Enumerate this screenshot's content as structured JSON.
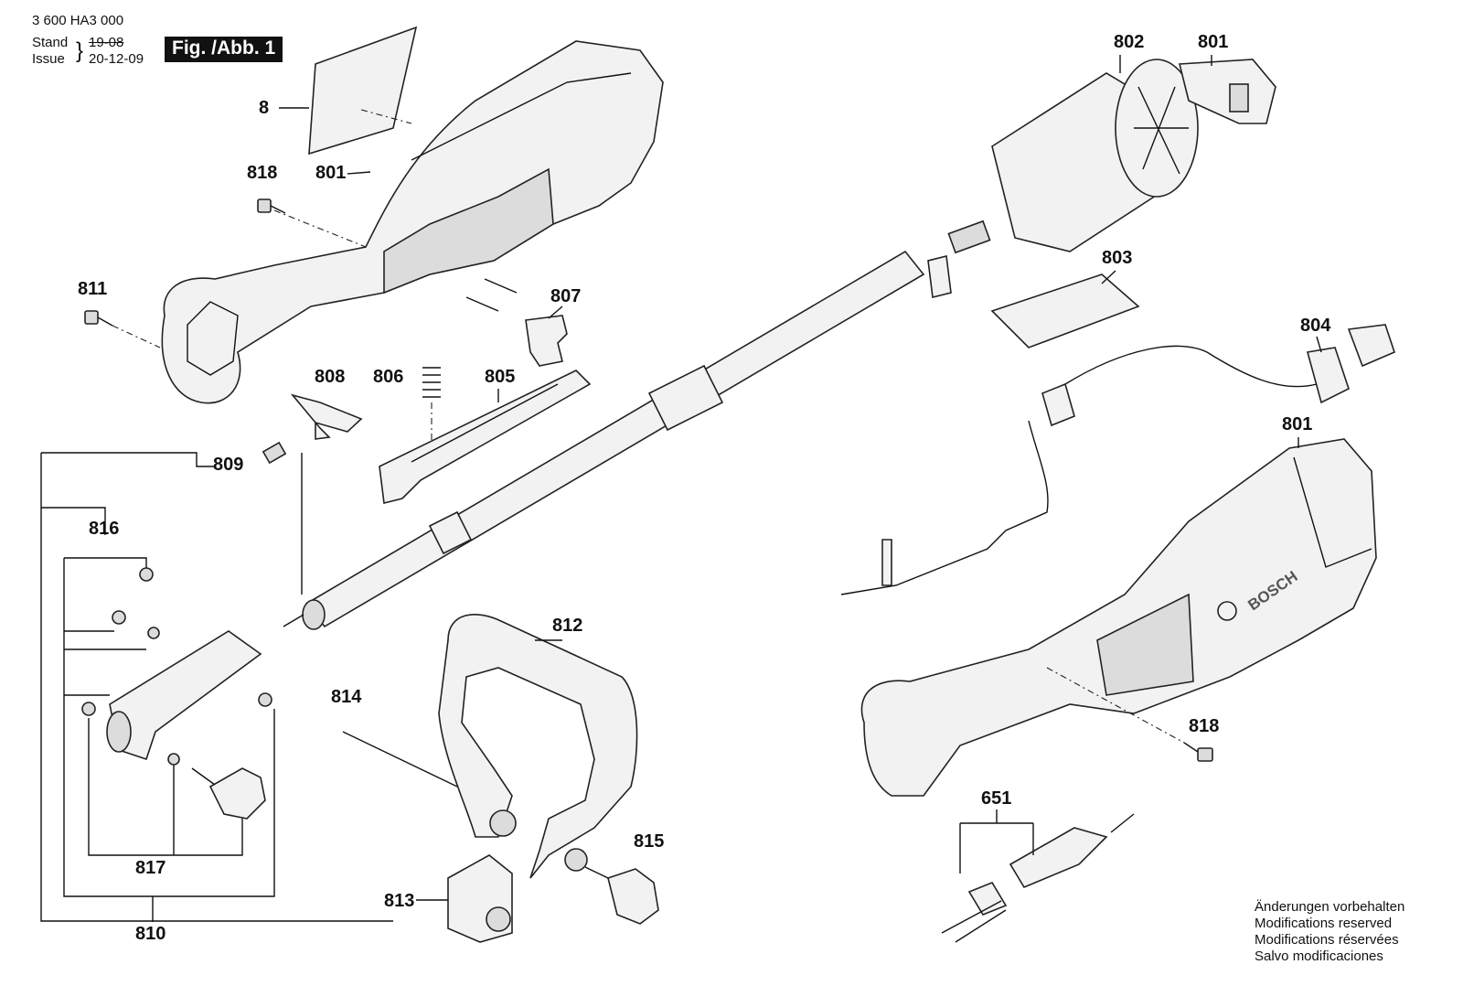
{
  "header": {
    "doc_number": "3 600 HA3 000",
    "stand_label": "Stand",
    "issue_label": "Issue",
    "stand_value": "19-08",
    "issue_value": "20-12-09"
  },
  "figure_label": "Fig. /Abb. 1",
  "part_labels": {
    "p8": "8",
    "p801_handle": "801",
    "p818_top": "818",
    "p811": "811",
    "p807": "807",
    "p808": "808",
    "p806": "806",
    "p805": "805",
    "p809": "809",
    "p816": "816",
    "p817": "817",
    "p810": "810",
    "p813": "813",
    "p814": "814",
    "p812": "812",
    "p815": "815",
    "p802": "802",
    "p801_switch": "801",
    "p803": "803",
    "p804": "804",
    "p801_housing": "801",
    "p818_bottom": "818",
    "p651": "651"
  },
  "brand_mark": "BOSCH",
  "notes": [
    "Änderungen vorbehalten",
    "Modifications reserved",
    "Modifications réservées",
    "Salvo modificaciones"
  ]
}
